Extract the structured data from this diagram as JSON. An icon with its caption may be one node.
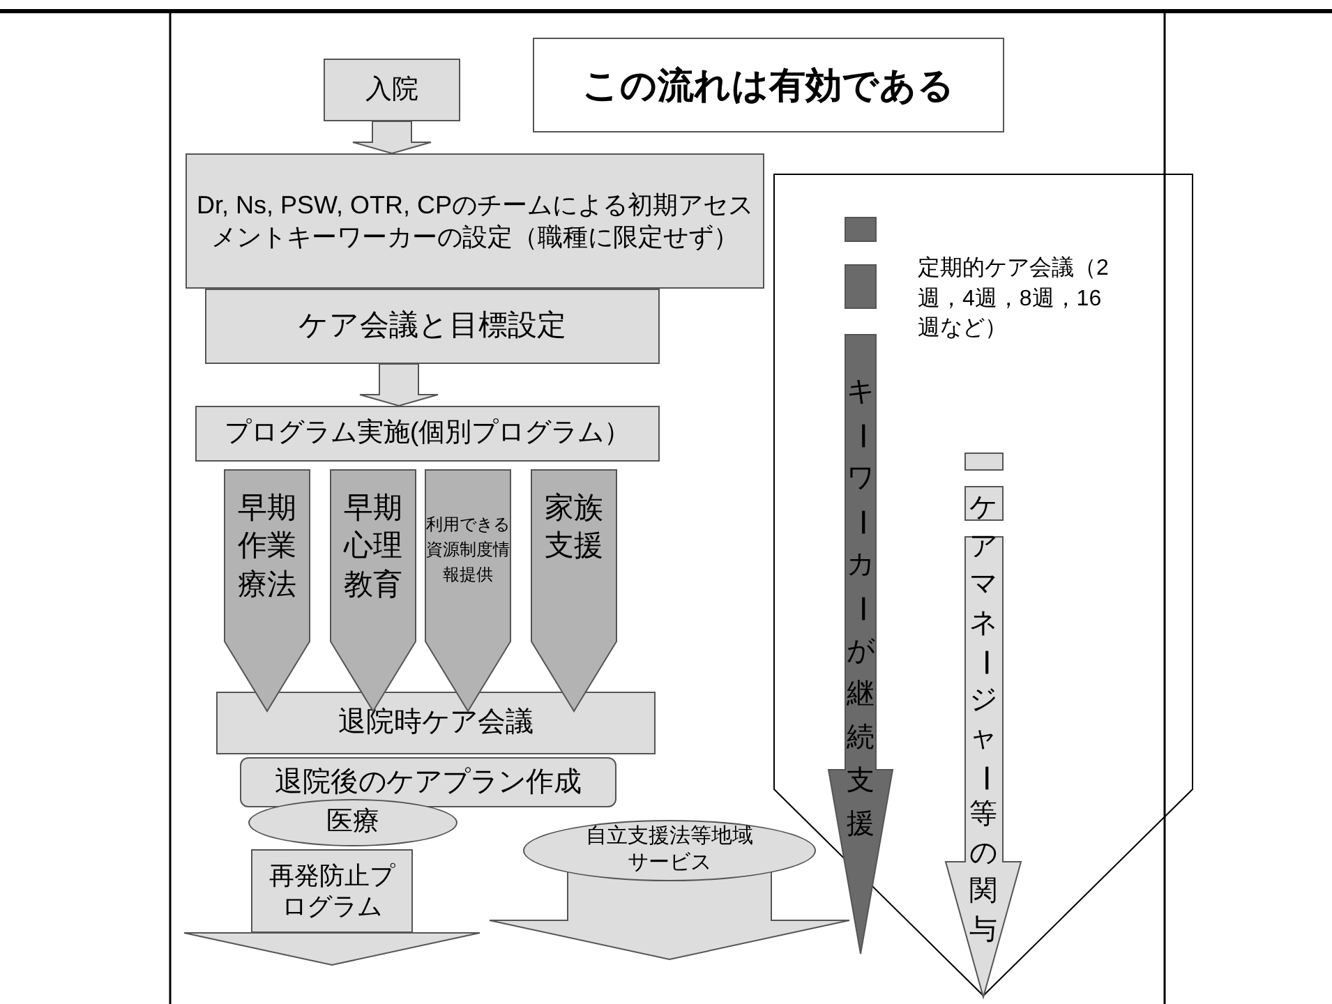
{
  "diagram": {
    "title": "この流れは有効である",
    "nodes": [
      {
        "text": [
          "入院"
        ]
      },
      {
        "text": [
          "Dr, Ns, PSW, OTR, CPのチームによる初期アセスメントキーワーカーの設定（職種に限定せず）"
        ]
      },
      {
        "text": [
          "ケア会議と目標設定"
        ]
      },
      {
        "text": [
          "プログラム実施(個別プログラム）"
        ]
      },
      {
        "text": [
          "早期作業療法"
        ]
      },
      {
        "text": [
          "早期心理教育"
        ]
      },
      {
        "text": [
          "利用できる資源制度情報提供"
        ]
      },
      {
        "text": [
          "家族支援"
        ]
      },
      {
        "text": [
          "退院時ケア会議"
        ]
      },
      {
        "text": [
          "退院後のケアプラン作成"
        ]
      },
      {
        "text": [
          "医療"
        ]
      },
      {
        "text": [
          "再発防止プログラム"
        ]
      },
      {
        "text": [
          "自立支援法等地域サービス"
        ]
      },
      {
        "text": [
          "定期的ケア会議（2週，4週，8週，16週など）"
        ]
      },
      {
        "text": [
          "キーワーカーが継続支援"
        ],
        "in": 13
      },
      {
        "text": [
          "ケアマネージャー等の関与"
        ],
        "in": 13
      }
    ],
    "edges": [
      {
        "from": 0,
        "to": 1,
        "arrow": "to"
      },
      {
        "from": 2,
        "to": 3,
        "arrow": "to"
      },
      {
        "from": 11,
        "to": null,
        "arrow": "to"
      },
      {
        "from": 12,
        "to": null,
        "arrow": "to"
      }
    ]
  }
}
